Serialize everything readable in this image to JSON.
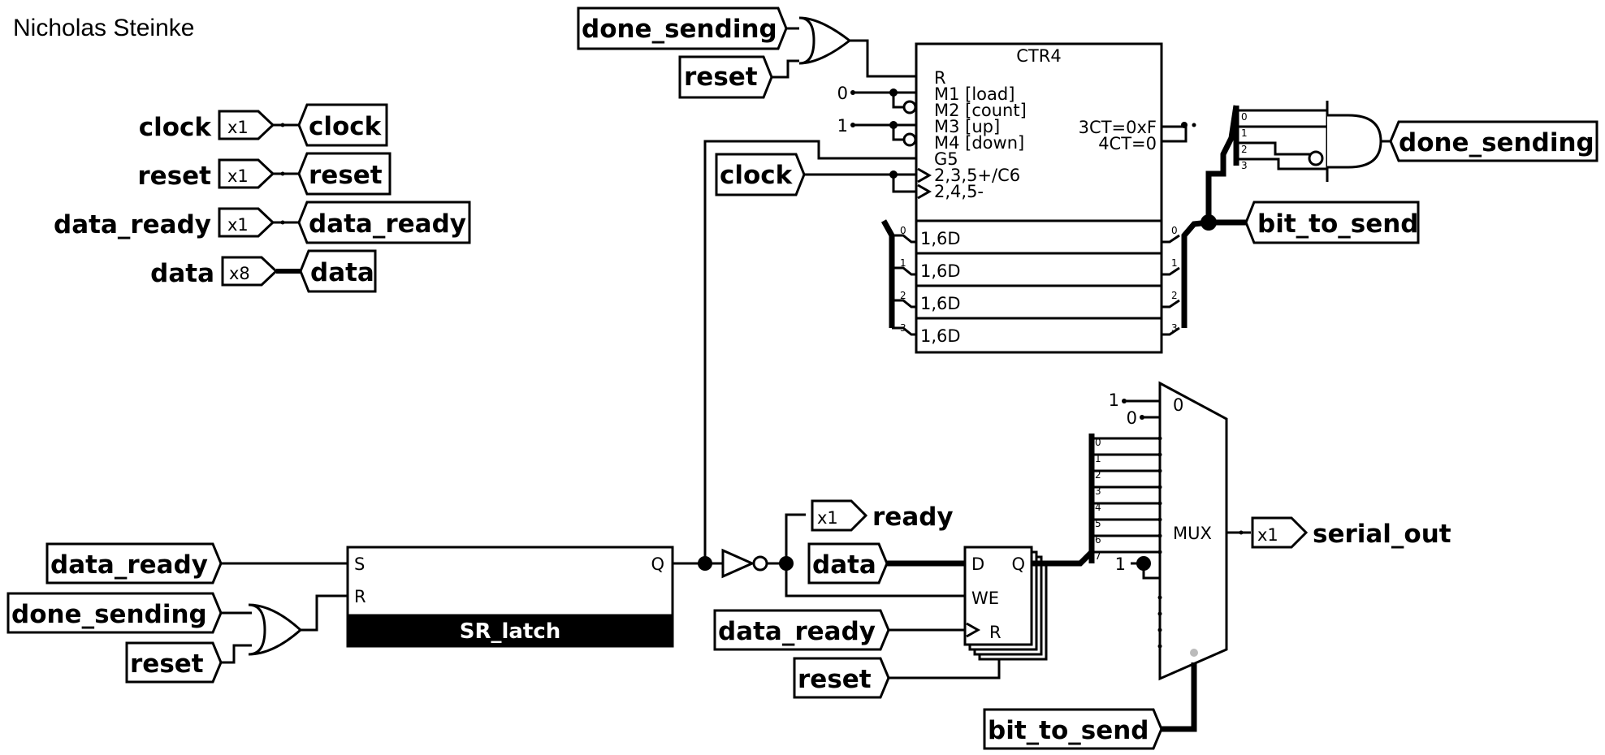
{
  "author": "Nicholas Steinke",
  "inputs": [
    {
      "name": "clock",
      "width": "x1",
      "tunnel": "clock"
    },
    {
      "name": "reset",
      "width": "x1",
      "tunnel": "reset"
    },
    {
      "name": "data_ready",
      "width": "x1",
      "tunnel": "data_ready"
    },
    {
      "name": "data",
      "width": "x8",
      "tunnel": "data"
    }
  ],
  "counter": {
    "title": "CTR4",
    "ports_left": [
      "R",
      "M1 [load]",
      "M2 [count]",
      "M3 [up]",
      "M4 [down]",
      "G5",
      "2,3,5+/C6",
      "2,4,5-"
    ],
    "ports_right": [
      "3CT=0xF",
      "4CT=0"
    ],
    "data_rows": [
      "1,6D",
      "1,6D",
      "1,6D",
      "1,6D"
    ],
    "const_load": "0",
    "const_up": "1",
    "in_tunnels": {
      "or_a": "done_sending",
      "or_b": "reset",
      "clock": "clock"
    },
    "out_tunnel": "bit_to_send",
    "and_out_tunnel": "done_sending"
  },
  "bit_indices": [
    "0",
    "1",
    "2",
    "3"
  ],
  "sr_latch": {
    "name": "SR_latch",
    "s": "S",
    "r": "R",
    "q": "Q",
    "s_tunnel": "data_ready",
    "or_a": "done_sending",
    "or_b": "reset"
  },
  "register": {
    "d": "D",
    "q": "Q",
    "we": "WE",
    "r": "R",
    "d_tunnel": "data",
    "clk_tunnel": "data_ready",
    "reset_tunnel": "reset"
  },
  "ready_output": {
    "width": "x1",
    "name": "ready"
  },
  "mux": {
    "label": "MUX",
    "sel0": "0",
    "const_one_top": "1",
    "const_zero": "0",
    "const_one_bottom": "1",
    "inputs": [
      "0",
      "1",
      "2",
      "3",
      "4",
      "5",
      "6",
      "7"
    ],
    "select_tunnel": "bit_to_send",
    "out_width": "x1",
    "out_name": "serial_out"
  }
}
